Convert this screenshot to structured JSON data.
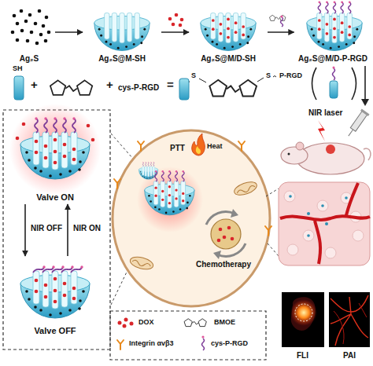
{
  "diagram": {
    "nodes": [
      {
        "text": [
          "Ag₂S"
        ]
      },
      {
        "text": [
          "Ag₂S@M-SH"
        ]
      },
      {
        "text": [
          "Ag₂S@M/D-SH"
        ]
      },
      {
        "text": [
          "Ag₂S@M/D-P-RGD"
        ]
      },
      {
        "text": [
          "Valve ON"
        ]
      },
      {
        "text": [
          "Valve OFF"
        ]
      }
    ],
    "edges": [
      {
        "from": 0,
        "to": 1,
        "arrow": "to"
      },
      {
        "from": 1,
        "to": 2,
        "arrow": "to"
      },
      {
        "from": 2,
        "to": 3,
        "arrow": "to"
      },
      {
        "from": 4,
        "to": 5,
        "label": "NIR OFF",
        "arrow": "to"
      },
      {
        "from": 5,
        "to": 4,
        "label": "NIR ON",
        "arrow": "to"
      }
    ],
    "labels": [
      "SH",
      "+",
      "+",
      "cys-P-RGD",
      "=",
      "S",
      "S",
      "P-RGD",
      "NIR laser",
      "PTT",
      "Heat",
      "Chemotherapy",
      "FLI",
      "PAI"
    ],
    "legend": [
      {
        "text": "DOX"
      },
      {
        "text": "BMOE"
      },
      {
        "text": "Integrin αvβ3"
      },
      {
        "text": "cys-P-RGD"
      }
    ]
  }
}
